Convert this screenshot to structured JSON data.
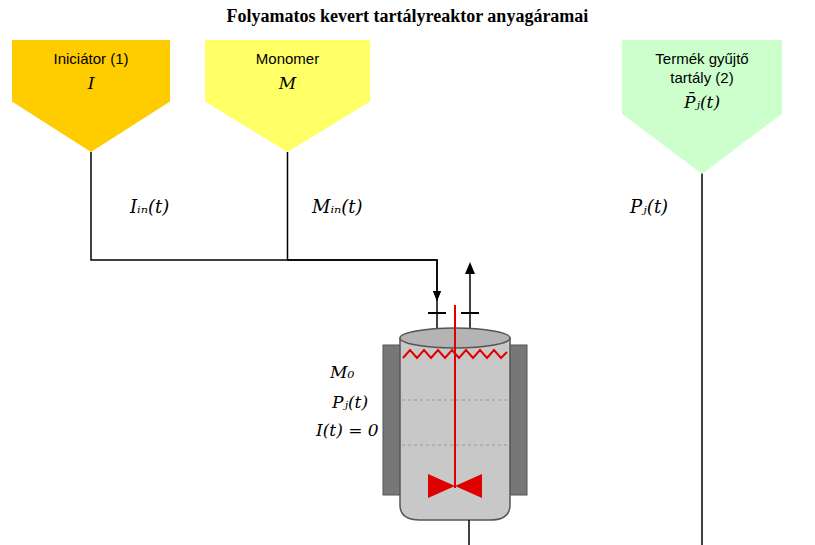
{
  "diagram": {
    "title": "Folyamatos kevert tartályreaktor anyagáramai",
    "nodes": [
      {
        "text": [
          "Iniciátor (1)",
          "I"
        ]
      },
      {
        "text": [
          "Monomer",
          "M"
        ]
      },
      {
        "text": [
          "Termék gyűjtő tartály (2)",
          "P̄ⱼ(t)"
        ]
      },
      {
        "text": [
          "M₀",
          "Pⱼ(t)",
          "I(t) = 0"
        ]
      }
    ],
    "edges": [
      {
        "from": 0,
        "to": 3,
        "arrow": "to",
        "label": "Iᵢₙ(t)"
      },
      {
        "from": 1,
        "to": 3,
        "arrow": "to",
        "label": "Mᵢₙ(t)"
      }
    ],
    "labels": [
      "Pⱼ(t)"
    ]
  }
}
